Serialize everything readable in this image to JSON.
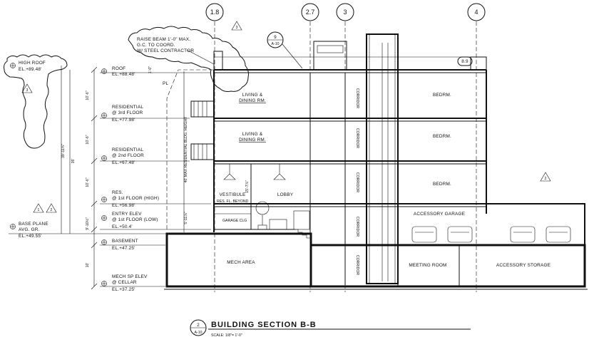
{
  "sheet": {
    "title": "BUILDING SECTION B-B",
    "scale": "SCALE: 1/8\"= 1'-0\"",
    "detail_number": "2",
    "detail_sheet": "A-10"
  },
  "grid_lines": [
    {
      "id": "1.8"
    },
    {
      "id": "2.7"
    },
    {
      "id": "3"
    },
    {
      "id": "4"
    }
  ],
  "levels": [
    {
      "name_line1": "HIGH ROOF",
      "name_line2": "",
      "elevation": "EL.+89.48'"
    },
    {
      "name_line1": "ROOF",
      "name_line2": "",
      "elevation": "EL.+88.48'"
    },
    {
      "name_line1": "RESIDENTIAL",
      "name_line2": "@ 3rd FLOOR",
      "elevation": "EL.+77.98'"
    },
    {
      "name_line1": "RESIDENTIAL",
      "name_line2": "@ 2nd FLOOR",
      "elevation": "EL.+67.48'"
    },
    {
      "name_line1": "RES.",
      "name_line2": "@ 1st FLOOR (HIGH)",
      "elevation": "EL.+56.98'"
    },
    {
      "name_line1": "ENTRY ELEV",
      "name_line2": "@ 1st FLOOR (LOW)",
      "elevation": "EL.+50.4'"
    },
    {
      "name_line1": "BASE PLANE",
      "name_line2": "AVG. GR.",
      "elevation": "EL.+49.55'"
    },
    {
      "name_line1": "BASEMENT",
      "name_line2": "",
      "elevation": "EL.+47.25'"
    },
    {
      "name_line1": "MECH SP ELEV",
      "name_line2": "@ CELLAR",
      "elevation": "EL.+37.25'"
    }
  ],
  "dimensions": {
    "floor_heights": [
      "10'-6\"",
      "10'-6\"",
      "10'-6\"",
      "9'-10½\"",
      "10'"
    ],
    "overall_left": "35'",
    "high_roof": "39'-11¾\"",
    "max_height_note": "40' MAX RESIDENTIAL BLDG. HEIGHT",
    "roof_offset": "1'-0\"",
    "entry_step": "5'-11⅞\"",
    "vestibule_step": "15'-7⅞\""
  },
  "rooms": {
    "living_3": "LIVING &",
    "living_3b": "DINING RM.",
    "living_2": "LIVING &",
    "living_2b": "DINING RM.",
    "vestibule": "VESTIBULE",
    "lobby": "LOBBY",
    "res_fl_beyond": "RES. FL. BEYOND",
    "garage_clg": "GARAGE CLG",
    "bedrm_3": "BEDRM.",
    "bedrm_2": "BEDRM.",
    "bedrm_1": "BEDRM.",
    "accessory_garage": "ACCESSORY GARAGE",
    "mech_area": "MECH AREA",
    "meeting_room": "MEETING ROOM",
    "accessory_storage": "ACCESSORY STORAGE",
    "corridor": "CORRIDOR"
  },
  "notes": {
    "beam_note_1": "RAISE BEAM 1'-0\" MAX.",
    "beam_note_2": "G.C. TO COORD.",
    "beam_note_3": "W/ STEEL CONTRACTOR",
    "pl": "PL"
  },
  "callouts": {
    "detail_9_num": "9",
    "detail_9_sheet": "A-10",
    "tag_89": "8.9"
  },
  "revisions": [
    "3",
    "3",
    "2",
    "1",
    "2"
  ]
}
